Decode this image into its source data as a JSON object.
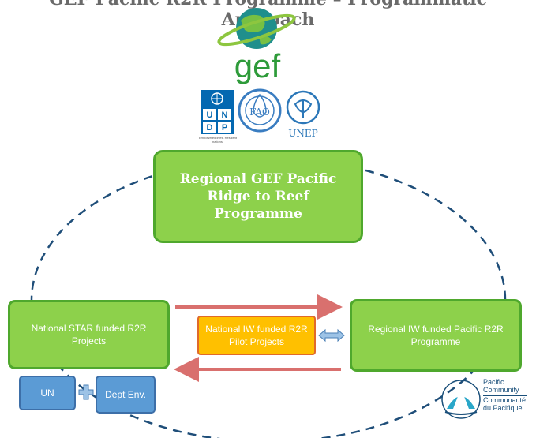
{
  "header": {
    "title_fragment": "GEF Pacific R2R Programme – Programmatic Approach"
  },
  "logos": {
    "gef": "gef",
    "undp_caption": "Empowered lives. Resilient nations.",
    "unep": "UNEP",
    "pacific_community": [
      "Pacific",
      "Community",
      "Communauté",
      "du Pacifique"
    ]
  },
  "diagram": {
    "main": "Regional GEF Pacific Ridge to Reef Programme",
    "left": "National STAR funded R2R Projects",
    "right": "Regional IW funded Pacific R2R Programme",
    "middle": "National IW funded R2R Pilot Projects",
    "un": "UN",
    "dept": "Dept Env."
  },
  "colors": {
    "green_fill": "#8dd14b",
    "green_border": "#4fa82d",
    "orange_fill": "#ffc000",
    "blue_fill": "#5b9bd5",
    "arrow_red": "#d9706e",
    "ring_blue": "#1f4e79"
  }
}
